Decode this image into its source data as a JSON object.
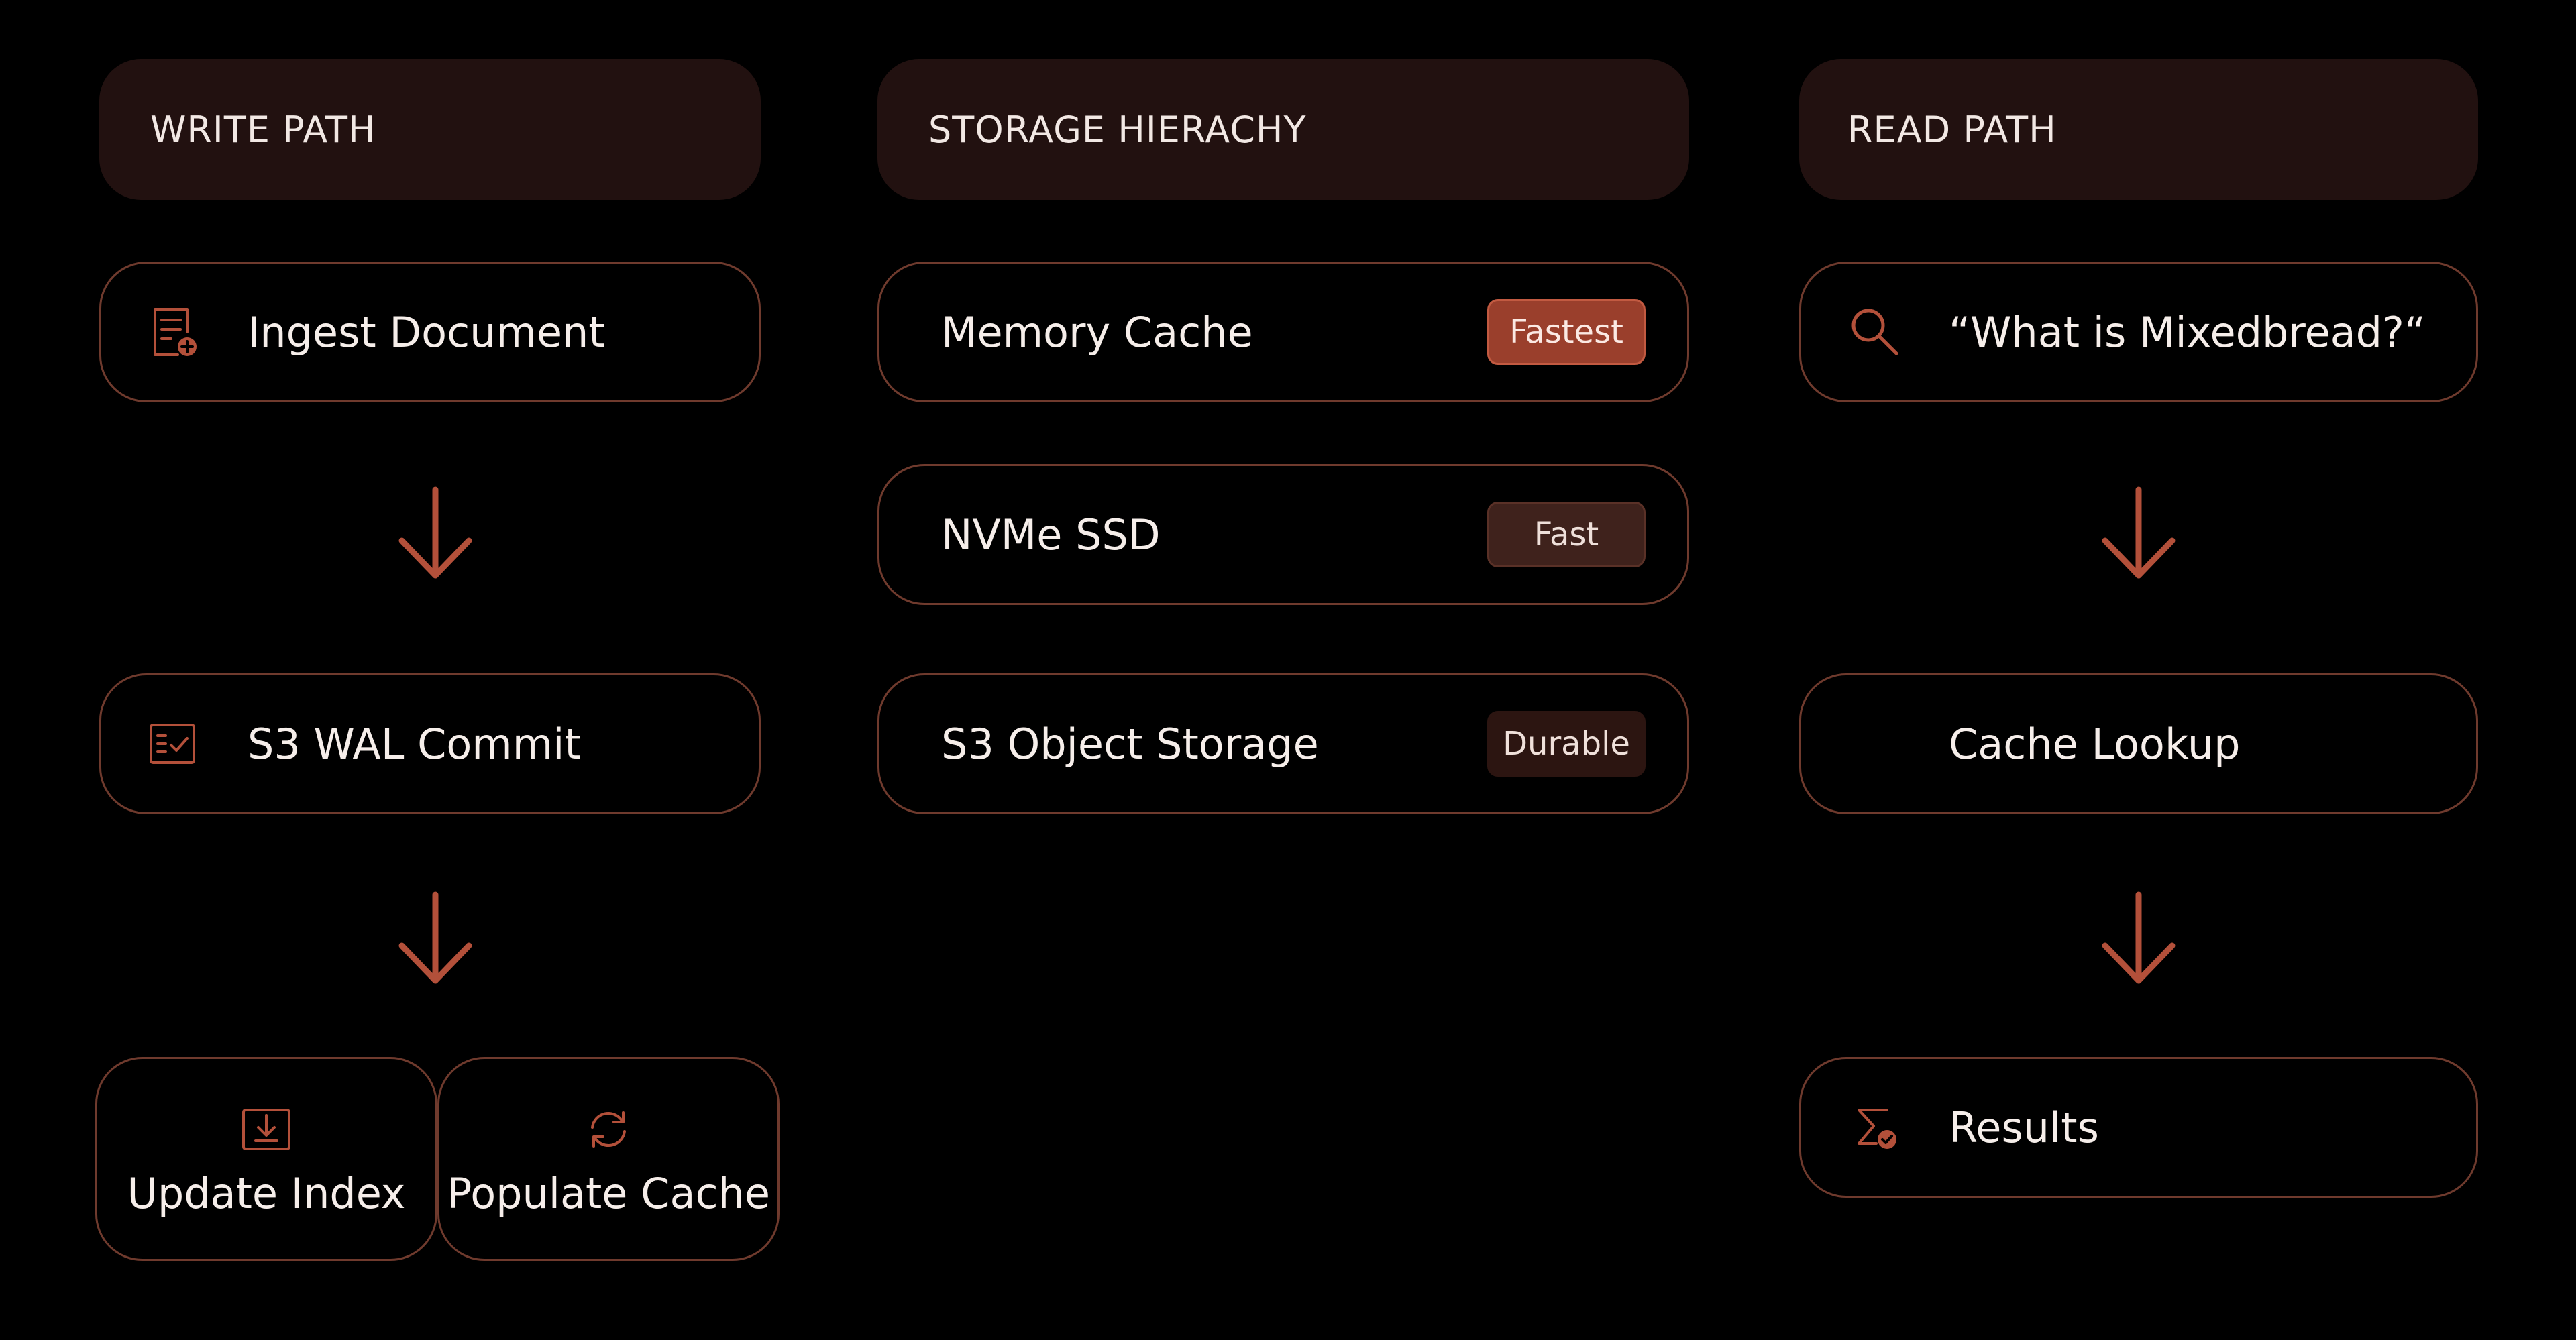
{
  "columns": {
    "write": {
      "header": "WRITE PATH",
      "steps": [
        "Ingest Document",
        "S3 WAL Commit"
      ],
      "parallel": [
        "Update Index",
        "Populate Cache"
      ]
    },
    "storage": {
      "header": "STORAGE HIERACHY",
      "tiers": [
        {
          "label": "Memory Cache",
          "badge": "Fastest"
        },
        {
          "label": "NVMe SSD",
          "badge": "Fast"
        },
        {
          "label": "S3 Object Storage",
          "badge": "Durable"
        }
      ]
    },
    "read": {
      "header": "READ PATH",
      "query": "“What is Mixedbread?“",
      "steps": [
        "Cache Lookup",
        "Results"
      ]
    }
  },
  "colors": {
    "background": "#000000",
    "header_fill": "#221110",
    "card_border": "#6f3a2d",
    "accent": "#b3503a",
    "badge_fastest": "#9a3f2c",
    "badge_fast": "#3f221c",
    "badge_durable": "#2c1511"
  },
  "icons": {
    "ingest": "document-add-icon",
    "wal": "checklist-icon",
    "update_index": "inbox-download-icon",
    "populate_cache": "refresh-icon",
    "query": "search-icon",
    "results": "sigma-check-icon",
    "flow": "arrow-down-icon"
  }
}
